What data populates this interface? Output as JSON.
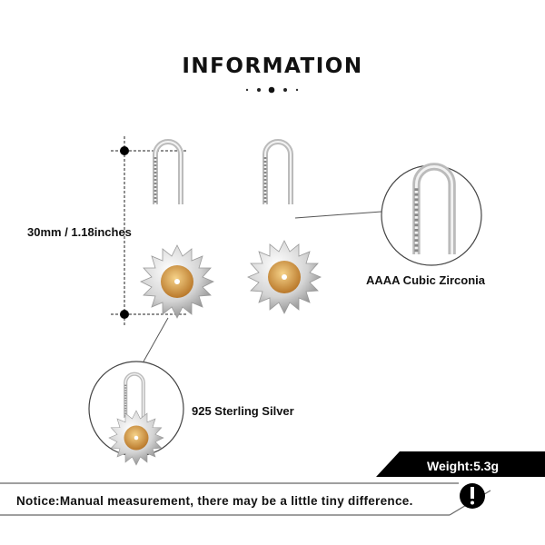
{
  "header": {
    "title": "INFORMATION"
  },
  "specs": {
    "size": "30mm / 1.18inches",
    "stone": "AAAA Cubic Zirconia",
    "material": "925 Sterling Silver",
    "weight": "Weight:5.3g"
  },
  "notice": {
    "text": "Notice:Manual measurement, there may be a little tiny difference.",
    "icon": "exclamation-icon"
  },
  "colors": {
    "gold": "#d9a24a",
    "silver": "#c8c8c8",
    "black": "#000000"
  }
}
